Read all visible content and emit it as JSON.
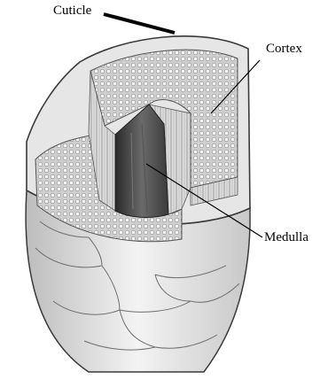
{
  "diagram": {
    "labels": {
      "cuticle": "Cuticle",
      "cortex": "Cortex",
      "medulla": "Medulla"
    },
    "colors": {
      "line": "#000000",
      "outline": "#3a3a3a",
      "cuticle_fill": "#e6e6e6",
      "fiber_shade": "#9a9a9a",
      "core_shade": "#3a3a3a"
    }
  }
}
